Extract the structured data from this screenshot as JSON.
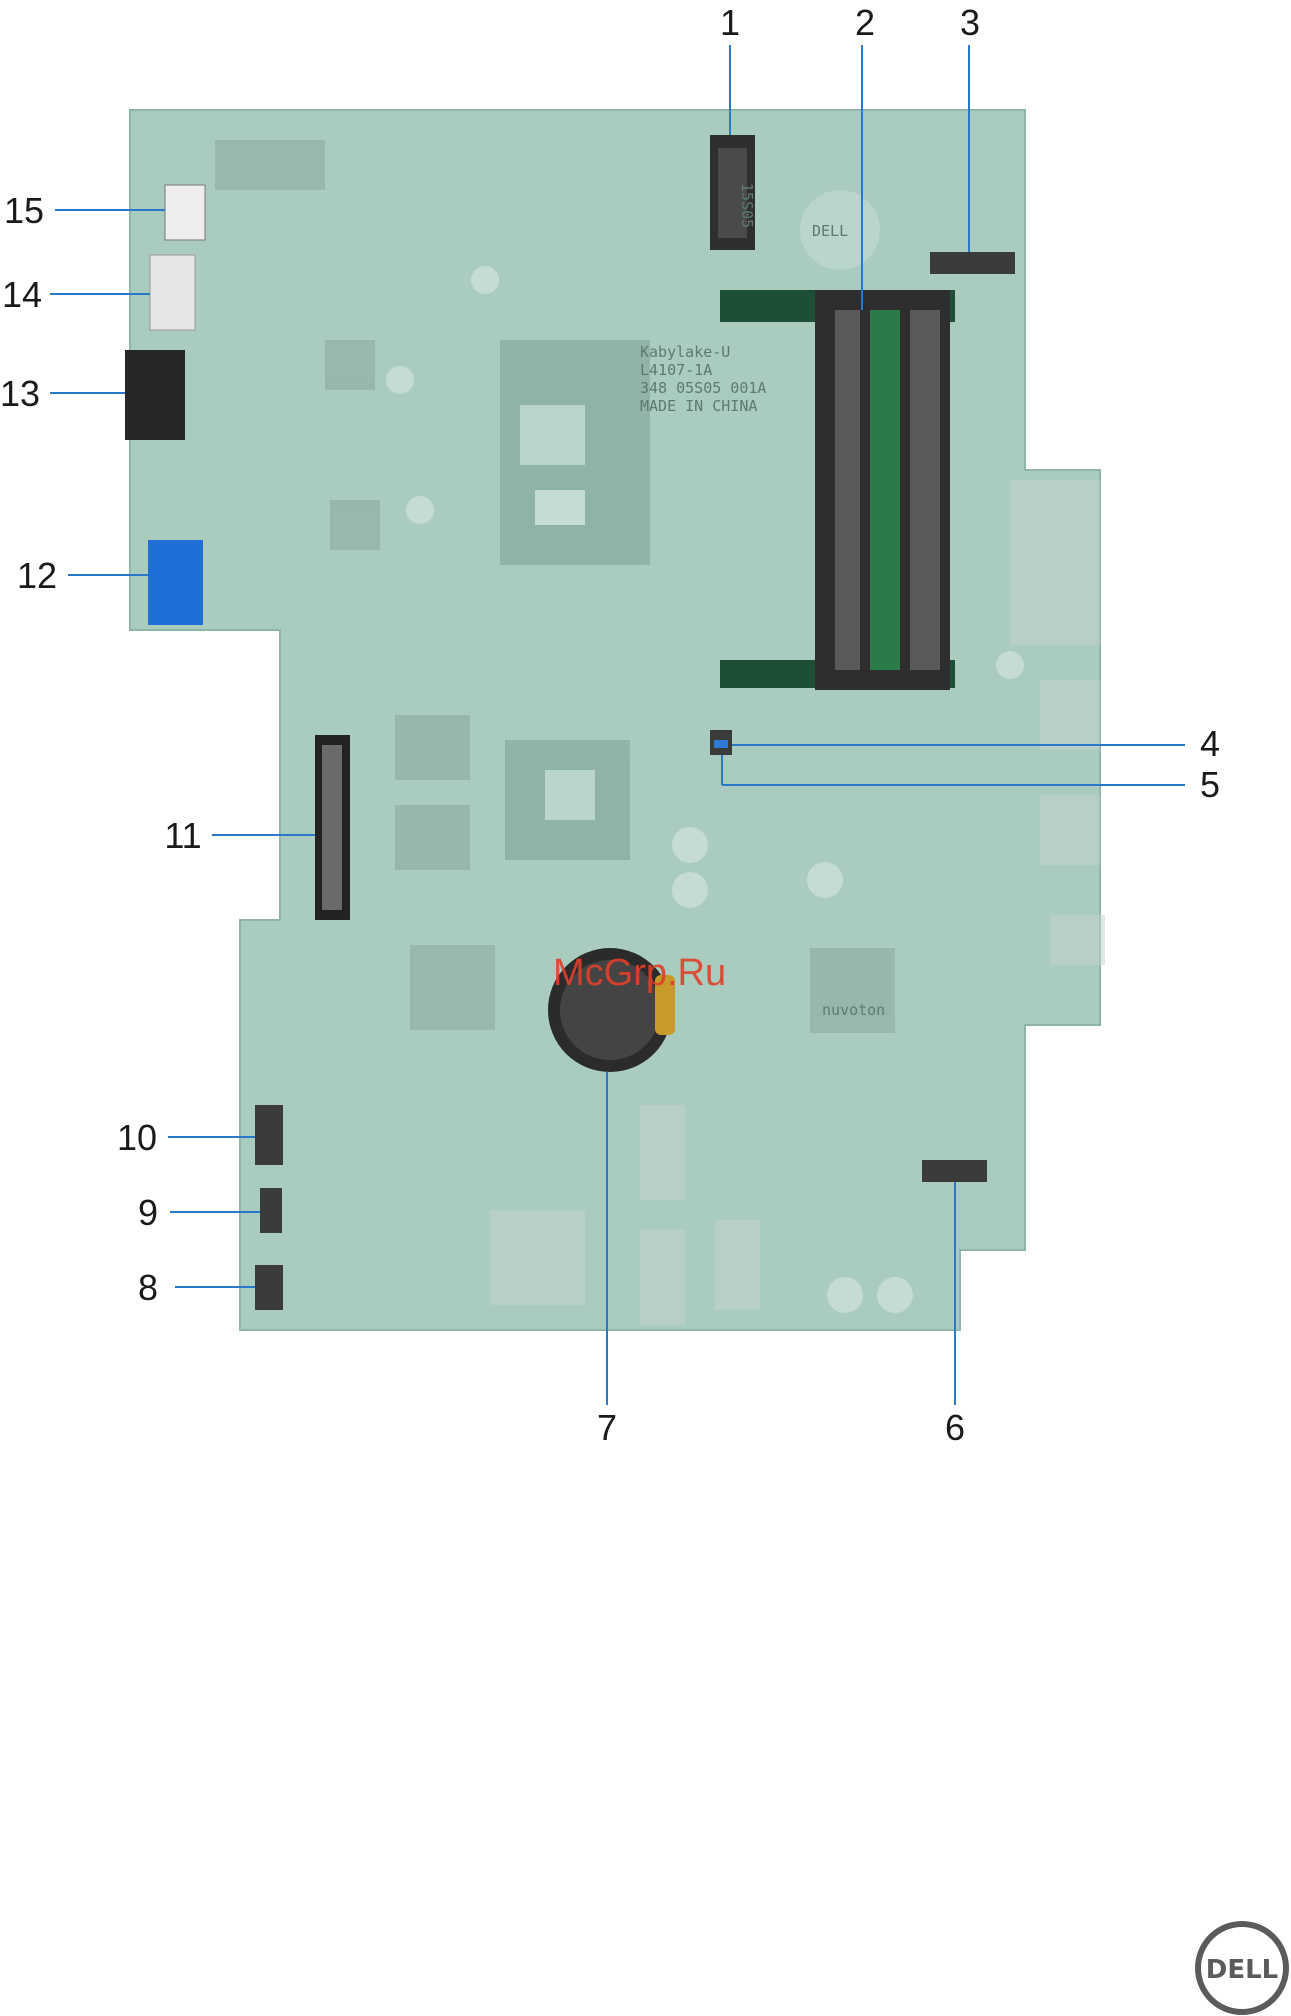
{
  "callouts": [
    {
      "id": "1",
      "label": "1"
    },
    {
      "id": "2",
      "label": "2"
    },
    {
      "id": "3",
      "label": "3"
    },
    {
      "id": "4",
      "label": "4"
    },
    {
      "id": "5",
      "label": "5"
    },
    {
      "id": "6",
      "label": "6"
    },
    {
      "id": "7",
      "label": "7"
    },
    {
      "id": "8",
      "label": "8"
    },
    {
      "id": "9",
      "label": "9"
    },
    {
      "id": "10",
      "label": "10"
    },
    {
      "id": "11",
      "label": "11"
    },
    {
      "id": "12",
      "label": "12"
    },
    {
      "id": "13",
      "label": "13"
    },
    {
      "id": "14",
      "label": "14"
    },
    {
      "id": "15",
      "label": "15"
    }
  ],
  "board_markings": {
    "chip_line1": "Kabylake-U",
    "chip_line2": "L4107-1A",
    "chip_line3": "348 05S05 001A",
    "chip_line4": "MADE IN CHINA",
    "slot_mark": "15S05",
    "brand_on_board": "DELL",
    "audio_chip": "nuvoton"
  },
  "watermark": "McGrp.Ru",
  "footer_logo": "DELL",
  "colors": {
    "board": "#a9ccbf",
    "highlight_connector": "#3a3a3a",
    "blue_connector": "#1f6fd6",
    "leader": "#2a78c8"
  }
}
